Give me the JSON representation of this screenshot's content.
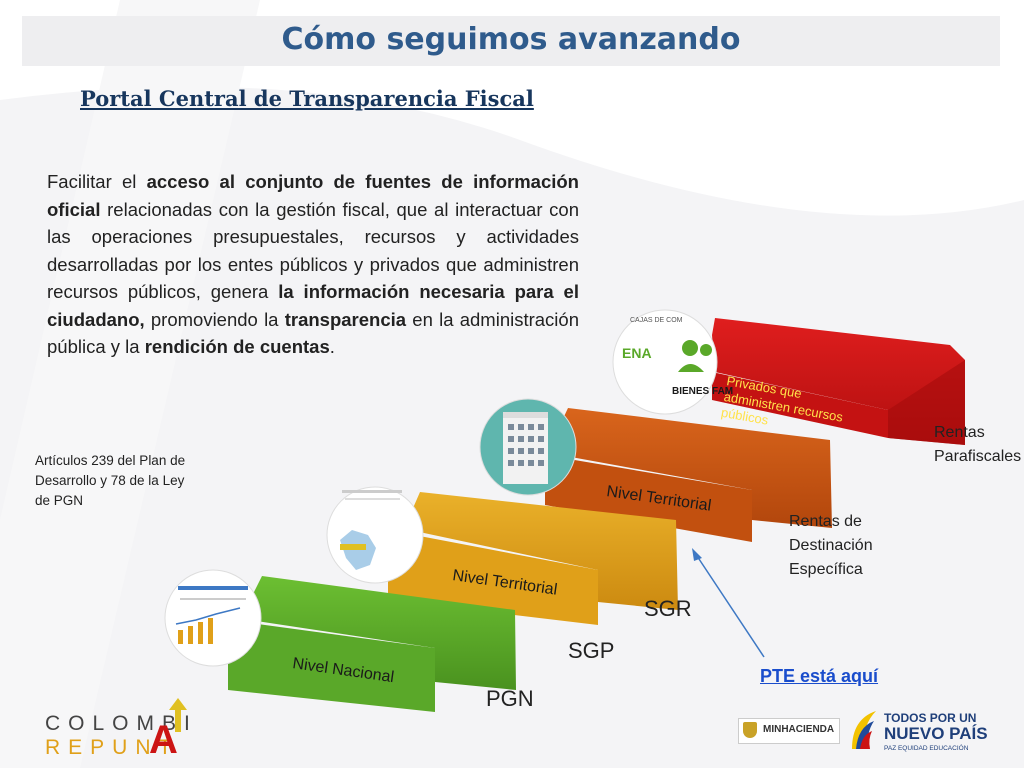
{
  "header": {
    "title": "Cómo seguimos avanzando"
  },
  "subtitle": "Portal Central de Transparencia Fiscal",
  "paragraph": [
    {
      "t": "Facilitar el ",
      "b": false
    },
    {
      "t": "acceso al conjunto de fuentes de información oficial",
      "b": true
    },
    {
      "t": " relacionadas con la gestión fiscal, que al interactuar con las operaciones presupuestales, recursos y actividades desarrolladas por los entes públicos y privados que administren recursos públicos, genera ",
      "b": false
    },
    {
      "t": "la información necesaria para el ciudadano,",
      "b": true
    },
    {
      "t": " promoviendo la ",
      "b": false
    },
    {
      "t": "transparencia",
      "b": true
    },
    {
      "t": " en la administración pública y la ",
      "b": false
    },
    {
      "t": "rendición de cuentas",
      "b": true
    },
    {
      "t": ".",
      "b": false
    }
  ],
  "articles_note": "Artículos 239 del Plan de Desarrollo y 78 de la Ley de PGN",
  "steps": {
    "step1": "Nivel Nacional",
    "step2": "Nivel Territorial",
    "step3": "Nivel Territorial",
    "step4": "Privados que administren recursos públicos"
  },
  "levels": {
    "pgn": "PGN",
    "sgp": "SGP",
    "sgr": "SGR"
  },
  "side_labels": {
    "destinacion": [
      "Rentas de",
      "Destinación",
      "Específica"
    ],
    "parafiscales": [
      "Rentas",
      "Parafiscales"
    ]
  },
  "pte_link": "PTE está aquí",
  "thumb_text": {
    "sena": "ENA",
    "bienestar": "BIENES FAM",
    "cajas": "CAJAS DE COM"
  },
  "footer": {
    "colombia_top": "COLOMBI",
    "colombia_bottom": "REPUNT",
    "colombia_letter": "A",
    "minhacienda": "MINHACIENDA",
    "todos_line1": "TODOS POR UN",
    "todos_line2": "NUEVO PAÍS",
    "todos_line3": "PAZ   EQUIDAD   EDUCACIÓN"
  },
  "colors": {
    "green": "#5aa829",
    "yellow": "#e0a019",
    "orange": "#c85414",
    "red": "#cc1414",
    "title": "#2f5b8c"
  }
}
